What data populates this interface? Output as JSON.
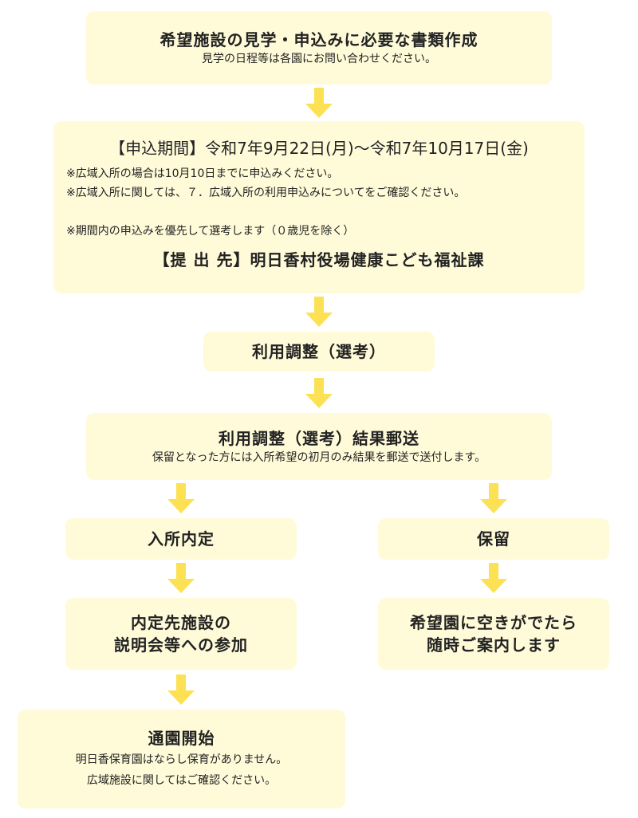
{
  "colors": {
    "box": "#fffbd9",
    "arrow": "#fde154",
    "text": "#222222"
  },
  "step1": {
    "title": "希望施設の見学・申込みに必要な書類作成",
    "sub": "見学の日程等は各園にお問い合わせください。"
  },
  "step2": {
    "period": "【申込期間】令和7年9月22日(月)～令和7年10月17日(金)",
    "notes": [
      "※広域入所の場合は10月10日までに申込みください。",
      "※広域入所に関しては、７．広域入所の利用申込みについてをご確認ください。",
      "※期間内の申込みを優先して選考します（０歳児を除く）"
    ],
    "submit": "【提 出 先】明日香村役場健康こども福祉課"
  },
  "step3": {
    "title": "利用調整（選考）"
  },
  "step4": {
    "title": "利用調整（選考）結果郵送",
    "sub": "保留となった方には入所希望の初月のみ結果を郵送で送付します。"
  },
  "left": {
    "decision": "入所内定",
    "orientation": [
      "内定先施設の",
      "説明会等への参加"
    ],
    "start": {
      "title": "通園開始",
      "lines": [
        "明日香保育園はならし保育がありません。",
        "広域施設に関してはご確認ください。"
      ]
    }
  },
  "right": {
    "decision": "保留",
    "waiting": [
      "希望園に空きがでたら",
      "随時ご案内します"
    ]
  }
}
